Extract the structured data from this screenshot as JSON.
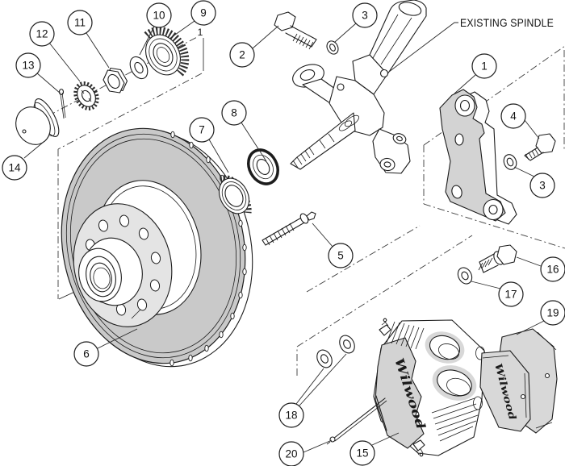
{
  "diagram": {
    "label_existing_spindle": "EXISTING SPINDLE",
    "axis_label": "1",
    "brand_script": "Wilwood",
    "callouts": [
      {
        "n": "1",
        "target": "caliper-bracket"
      },
      {
        "n": "2",
        "target": "spindle-bolt-upper"
      },
      {
        "n": "3",
        "target": "washer-upper"
      },
      {
        "n": "3",
        "target": "washer-bracket"
      },
      {
        "n": "4",
        "target": "bracket-bolt"
      },
      {
        "n": "5",
        "target": "stud"
      },
      {
        "n": "6",
        "target": "rotor"
      },
      {
        "n": "7",
        "target": "inner-bearing"
      },
      {
        "n": "8",
        "target": "grease-seal"
      },
      {
        "n": "9",
        "target": "outer-bearing"
      },
      {
        "n": "10",
        "target": "spindle-washer"
      },
      {
        "n": "11",
        "target": "spindle-nut"
      },
      {
        "n": "12",
        "target": "nut-lock"
      },
      {
        "n": "13",
        "target": "cotter-pin"
      },
      {
        "n": "14",
        "target": "dust-cap"
      },
      {
        "n": "15",
        "target": "caliper"
      },
      {
        "n": "16",
        "target": "caliper-bolt"
      },
      {
        "n": "17",
        "target": "caliper-washer"
      },
      {
        "n": "18",
        "target": "shim-washers"
      },
      {
        "n": "19",
        "target": "brake-pads"
      },
      {
        "n": "20",
        "target": "pad-retainer-pin"
      }
    ],
    "colors": {
      "line": "#1c1c1c",
      "rotor_face": "#c9c9c9",
      "hub_flange": "#e4e4e4",
      "bracket_face": "#d3d3d3",
      "pad_face": "#d8d8d8",
      "background": "#ffffff"
    }
  }
}
